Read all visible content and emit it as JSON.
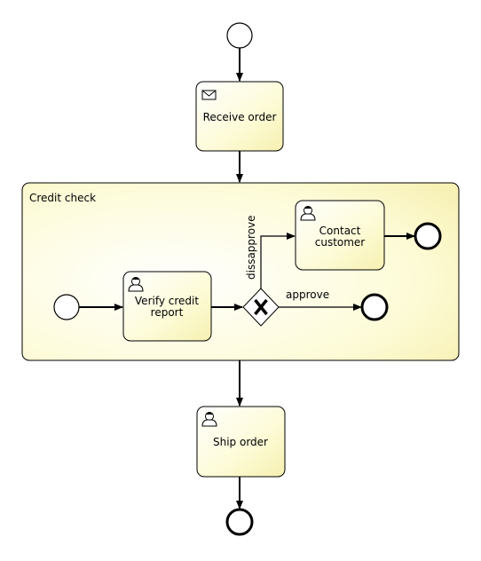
{
  "tasks": {
    "receive_order": "Receive order",
    "verify_line1": "Verify credit",
    "verify_line2": "report",
    "contact_line1": "Contact",
    "contact_line2": "customer",
    "ship_order": "Ship order"
  },
  "subprocess": {
    "title": "Credit check"
  },
  "flows": {
    "dissapprove": "dissapprove",
    "approve": "approve"
  },
  "colors": {
    "task_fill": "#fdfbcf",
    "stroke": "#000000"
  }
}
